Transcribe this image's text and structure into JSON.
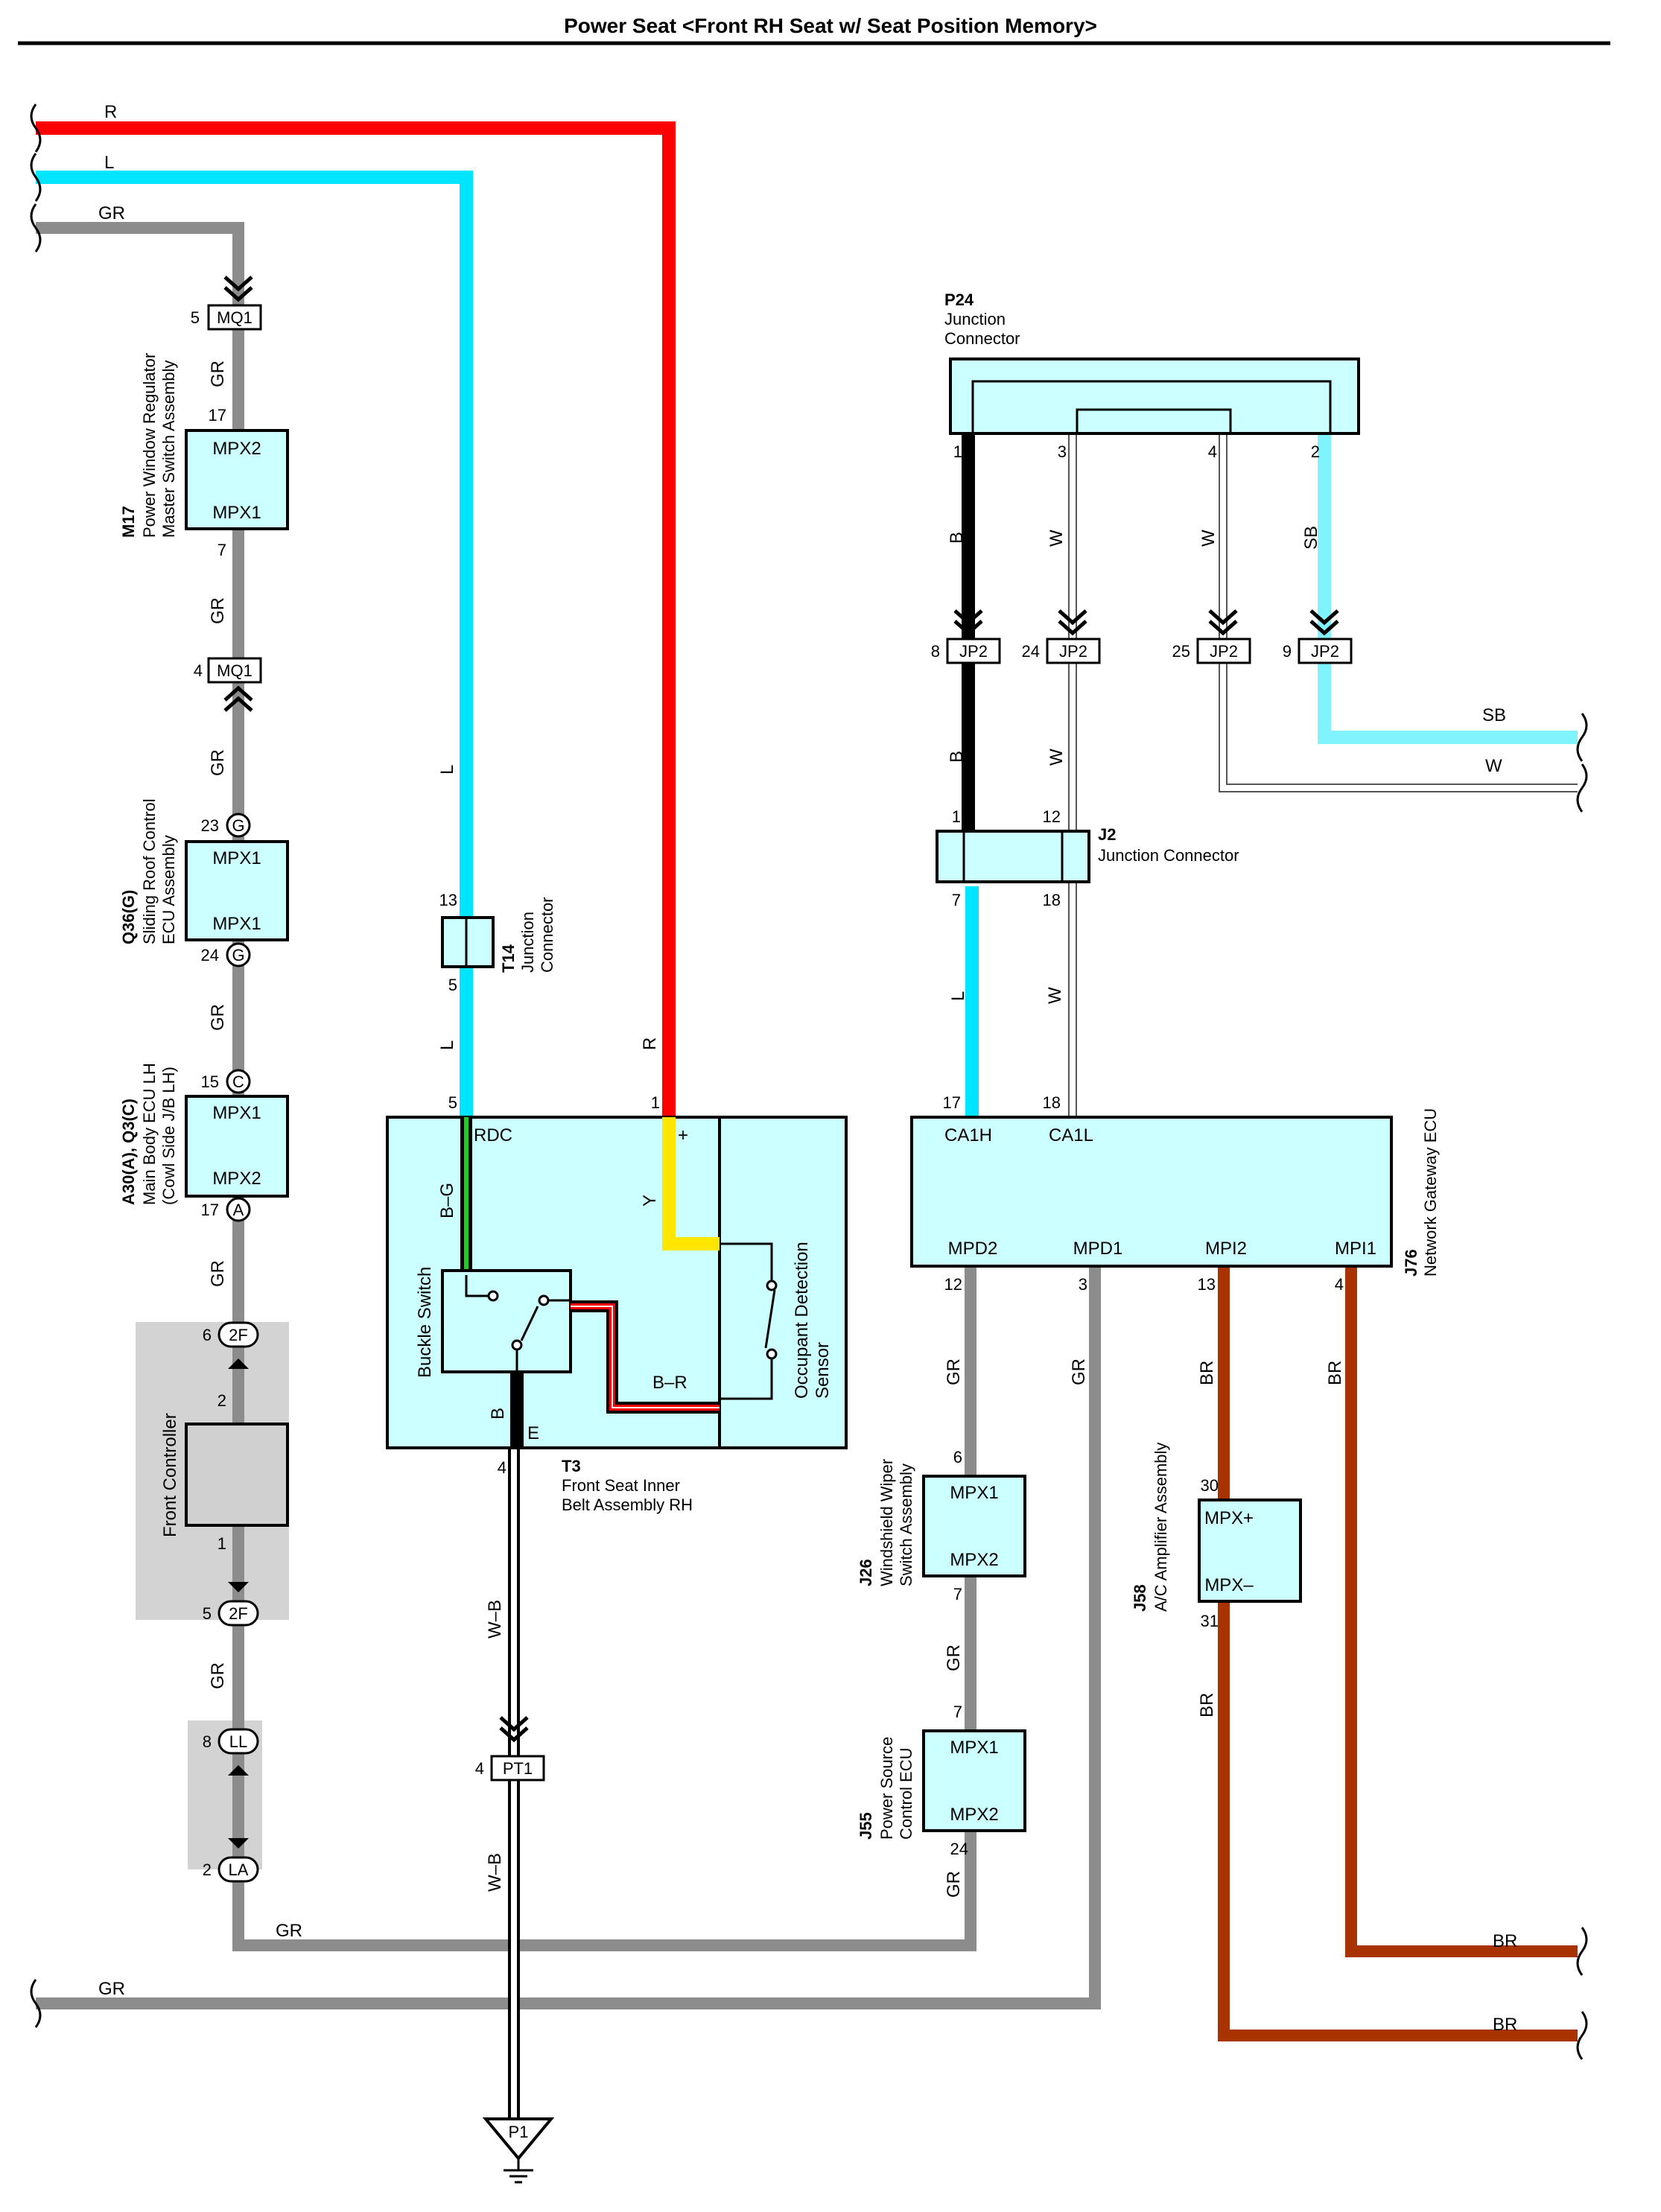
{
  "title": "Power Seat <Front RH Seat w/ Seat Position Memory>",
  "colors": {
    "R": "#ff0000",
    "L": "#00e5ff",
    "GR": "#8c8c8c",
    "B": "#000000",
    "W": "#ffffff",
    "SB": "#7ff4ff",
    "BR": "#a83200",
    "Y": "#ffe600",
    "G": "#22cc22",
    "component_fill": "#ccffff",
    "controller_fill": "#d0d0d0",
    "shade": "#d3d3d3"
  },
  "wire_labels": {
    "R_top": "R",
    "L_top": "L",
    "GR_top": "GR",
    "gr_m17_up": "GR",
    "gr_m17_down": "GR",
    "gr_q36_up": "GR",
    "gr_q36_down": "GR",
    "gr_front_up": "GR",
    "gr_front_down": "GR",
    "gr_bottom_left": "GR",
    "gr_bottom_long": "GR",
    "l_mid": "L",
    "l_low": "L",
    "r_mid": "R",
    "b_g": "B–G",
    "y": "Y",
    "b_r": "B–R",
    "b_e": "B",
    "w_b_1": "W–B",
    "w_b_2": "W–B",
    "p24_b": "B",
    "p24_w1": "W",
    "p24_w2": "W",
    "p24_sb": "SB",
    "jp2_b": "B",
    "jp2_w": "W",
    "sb_right": "SB",
    "w_right": "W",
    "j2_l": "L",
    "j2_w": "W",
    "j76_gr1": "GR",
    "j76_gr2": "GR",
    "j76_br1": "BR",
    "j76_br2": "BR",
    "j26_gr": "GR",
    "j55_gr": "GR",
    "j58_br": "BR",
    "br_right1": "BR",
    "br_right2": "BR"
  },
  "connectors": {
    "mq1_top": {
      "pin": "5",
      "name": "MQ1"
    },
    "mq1_bot": {
      "pin": "4",
      "name": "MQ1"
    },
    "g23": {
      "pin": "23",
      "name": "G"
    },
    "g24": {
      "pin": "24",
      "name": "G"
    },
    "c15": {
      "pin": "15",
      "name": "C"
    },
    "a17": {
      "pin": "17",
      "name": "A"
    },
    "f2_top": {
      "pin": "6",
      "name": "2F"
    },
    "f2_bot": {
      "pin": "5",
      "name": "2F"
    },
    "ll": {
      "pin": "8",
      "name": "LL"
    },
    "la": {
      "pin": "2",
      "name": "LA"
    },
    "pt1": {
      "pin": "4",
      "name": "PT1"
    },
    "p1": {
      "name": "P1"
    },
    "jp2_a": {
      "pin": "8",
      "name": "JP2"
    },
    "jp2_b": {
      "pin": "24",
      "name": "JP2"
    },
    "jp2_c": {
      "pin": "25",
      "name": "JP2"
    },
    "jp2_d": {
      "pin": "9",
      "name": "JP2"
    }
  },
  "components": {
    "m17": {
      "code": "M17",
      "name1": "Power Window Regulator",
      "name2": "Master Switch Assembly",
      "term1": "MPX2",
      "term2": "MPX1",
      "pin_top": "17",
      "pin_bot": "7"
    },
    "q36": {
      "code": "Q36(G)",
      "name1": "Sliding Roof Control",
      "name2": "ECU Assembly",
      "term1": "MPX1",
      "term2": "MPX1"
    },
    "a30": {
      "code": "A30(A), Q3(C)",
      "name1": "Main Body ECU LH",
      "name2": "(Cowl Side J/B LH)",
      "term1": "MPX1",
      "term2": "MPX2"
    },
    "front": {
      "name": "Front Controller",
      "pin_top": "2",
      "pin_bot": "1"
    },
    "t14": {
      "code": "T14",
      "name1": "Junction",
      "name2": "Connector",
      "pin_top": "13",
      "pin_bot": "5"
    },
    "t3": {
      "code": "T3",
      "name1": "Front Seat Inner",
      "name2": "Belt Assembly RH",
      "rdc": "RDC",
      "plus": "+",
      "e": "E",
      "buckle": "Buckle Switch",
      "occ1": "Occupant Detection",
      "occ2": "Sensor",
      "pin_l": "5",
      "pin_r": "1",
      "pin_e": "4"
    },
    "p24": {
      "code": "P24",
      "name1": "Junction",
      "name2": "Connector",
      "pins": [
        "1",
        "3",
        "4",
        "2"
      ]
    },
    "j2": {
      "code": "J2",
      "name": "Junction Connector",
      "p1": "1",
      "p12": "12",
      "p7": "7",
      "p18": "18"
    },
    "j76": {
      "code": "J76",
      "name": "Network Gateway ECU",
      "t_ca1h": "CA1H",
      "t_ca1l": "CA1L",
      "t_mpd2": "MPD2",
      "t_mpd1": "MPD1",
      "t_mpi2": "MPI2",
      "t_mpi1": "MPI1",
      "p17": "17",
      "p18": "18",
      "p12": "12",
      "p3": "3",
      "p13": "13",
      "p4": "4"
    },
    "j26": {
      "code": "J26",
      "name1": "Windshield Wiper",
      "name2": "Switch Assembly",
      "term1": "MPX1",
      "term2": "MPX2",
      "pin_top": "6",
      "pin_bot": "7"
    },
    "j55": {
      "code": "J55",
      "name1": "Power Source",
      "name2": "Control ECU",
      "term1": "MPX1",
      "term2": "MPX2",
      "pin_top": "7",
      "pin_bot": "24"
    },
    "j58": {
      "code": "J58",
      "name1": "A/C Amplifier Assembly",
      "term1": "MPX+",
      "term2": "MPX–",
      "pin_top": "30",
      "pin_bot": "31"
    }
  }
}
